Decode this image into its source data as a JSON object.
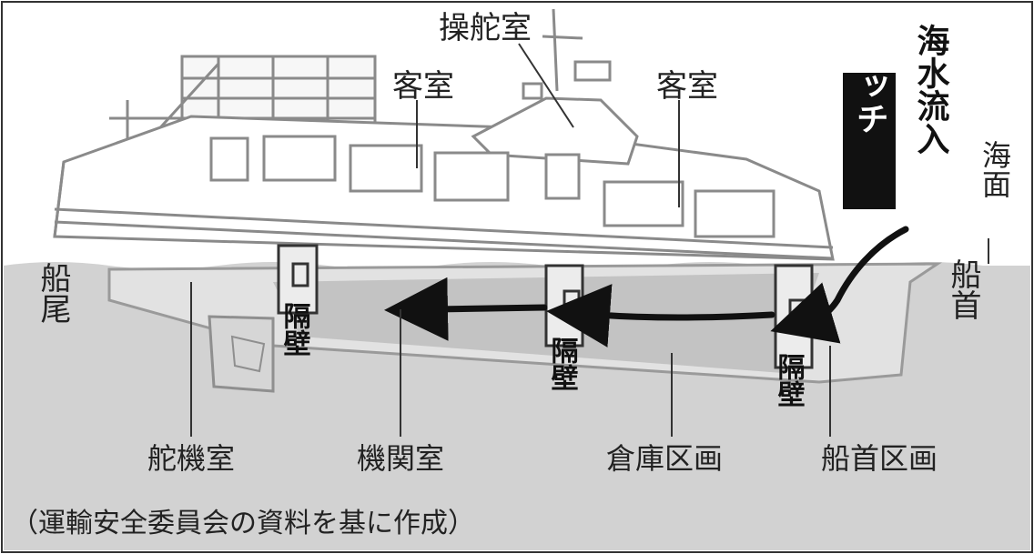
{
  "labels": {
    "bridge": "操舵室",
    "cabin_left": "客室",
    "cabin_right": "客室",
    "hatch": "ハッチ",
    "seawater_inflow": "海水流入",
    "sea_surface": "海面",
    "stern": "船尾",
    "bow": "船首",
    "bulkhead_1": "隔壁",
    "bulkhead_2": "隔壁",
    "bulkhead_3": "隔壁",
    "steering_room": "舵機室",
    "engine_room": "機関室",
    "storage_compartment": "倉庫区画",
    "bow_compartment": "船首区画"
  },
  "source_note": "（運輸安全委員会の資料を基に作成）"
}
